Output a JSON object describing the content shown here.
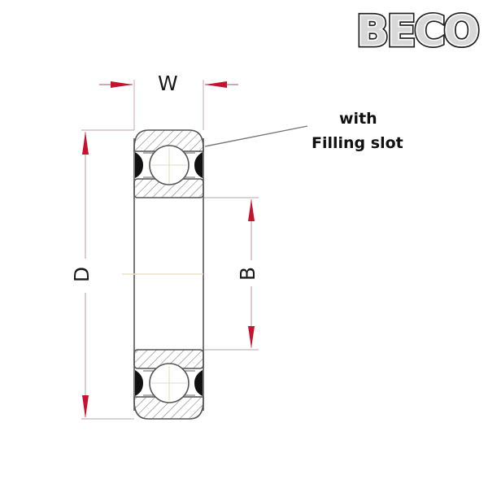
{
  "logo": {
    "text": "BECO"
  },
  "dimensions": {
    "width_label": "W",
    "outer_diameter_label": "D",
    "bore_label": "B"
  },
  "annotation": {
    "line1": "with",
    "line2": "Filling slot"
  },
  "colors": {
    "arrow": "#c4122f",
    "dim_line": "#c9a9b0",
    "outline": "#555555",
    "hatch": "#8a8a8a",
    "seal": "#111111"
  }
}
